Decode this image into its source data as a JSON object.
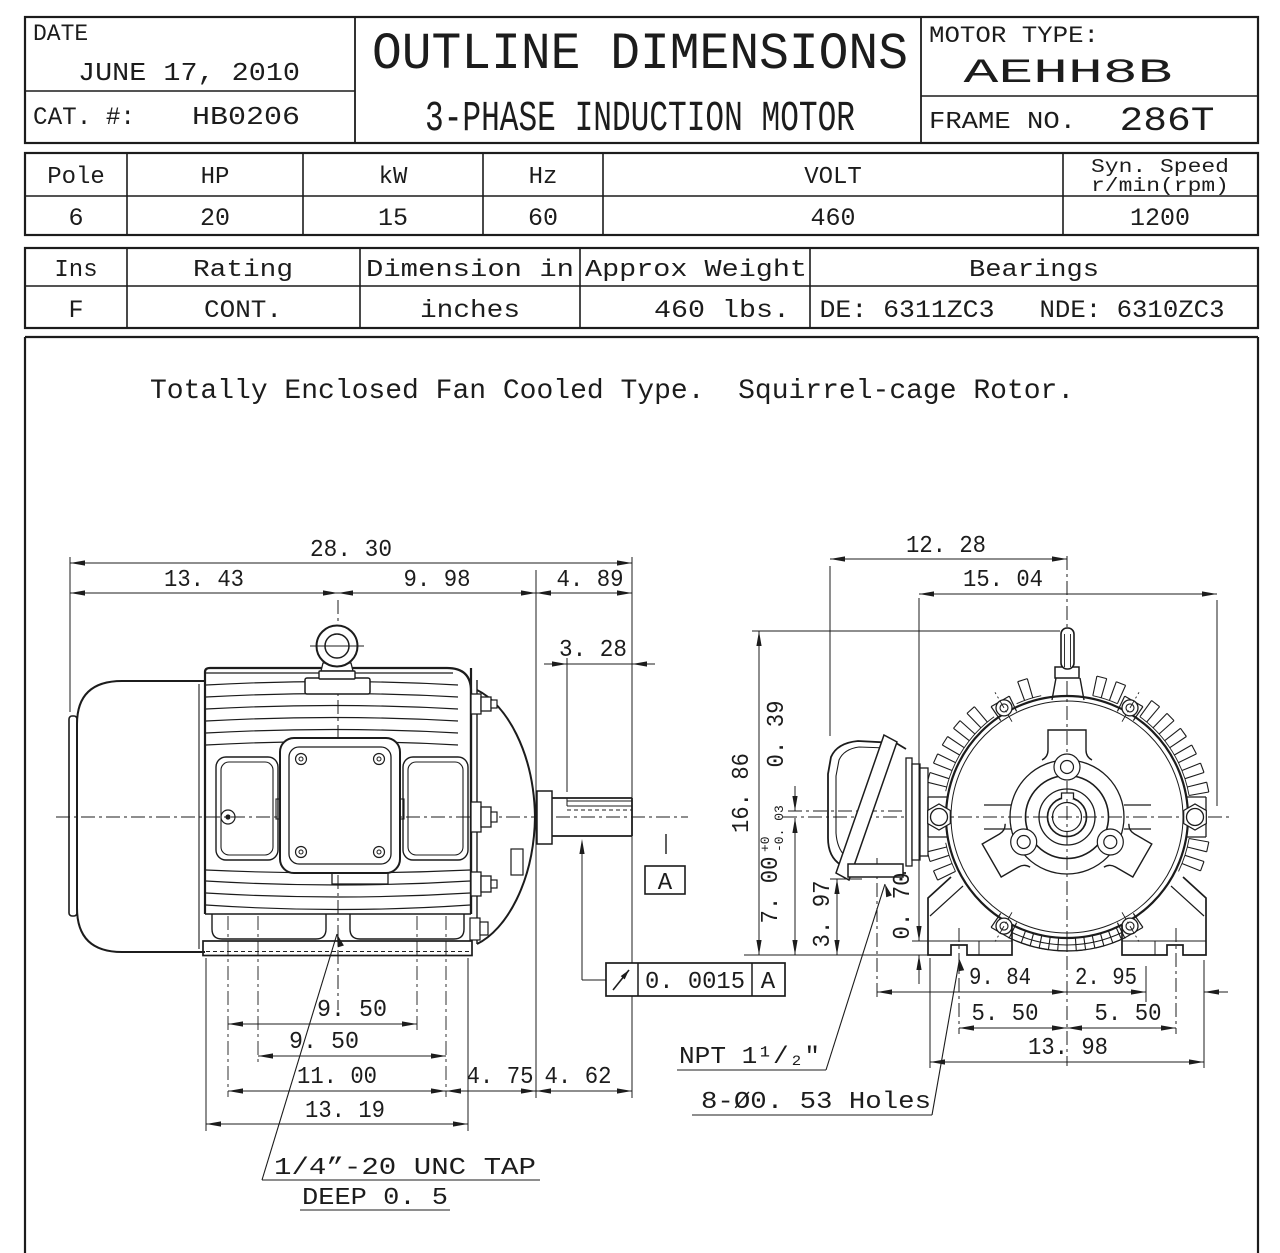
{
  "header": {
    "date_label": "DATE",
    "date_value": "JUNE 17, 2010",
    "cat_label": "CAT. #:",
    "cat_value": "HB0206",
    "title_line1": "OUTLINE DIMENSIONS",
    "title_line2": "3-PHASE INDUCTION MOTOR",
    "motor_type_label": "MOTOR TYPE:",
    "motor_type_value": "AEHH8B",
    "frame_label": "FRAME NO.",
    "frame_value": "286T"
  },
  "ratings_table": {
    "headers": [
      "Pole",
      "HP",
      "kW",
      "Hz",
      "VOLT",
      "Syn. Speed",
      "r/min(rpm)"
    ],
    "values": [
      "6",
      "20",
      "15",
      "60",
      "460",
      "1200"
    ]
  },
  "spec_table": {
    "headers": [
      "Ins",
      "Rating",
      "Dimension in",
      "Approx Weight",
      "Bearings"
    ],
    "values": [
      "F",
      "CONT.",
      "inches",
      "460 lbs."
    ],
    "bearings_de": "DE: 6311ZC3",
    "bearings_nde": "NDE: 6310ZC3"
  },
  "description": "Totally Enclosed Fan Cooled Type.  Squirrel-cage Rotor.",
  "side_view": {
    "dim_total_length": "28. 30",
    "dim_rear_length": "13. 43",
    "dim_body_length": "9. 98",
    "dim_shaft_ext": "4. 89",
    "dim_key_length": "3. 28",
    "dim_bolt_span_1": "9. 50",
    "dim_bolt_span_2": "9. 50",
    "dim_foot_length": "11. 00",
    "dim_shaft_a": "4. 75",
    "dim_shaft_b": "4. 62",
    "dim_foot_overall": "13. 19",
    "tap_note_line1": "1/4”-20 UNC TAP",
    "tap_note_line2": "DEEP 0. 5",
    "runout_value": "0. 0015",
    "runout_datum": "A",
    "datum_label": "A"
  },
  "end_view": {
    "dim_box_width": "12. 28",
    "dim_overall_width": "15. 04",
    "dim_overall_height": "16. 86",
    "dim_centerline_offset": "0. 39",
    "dim_shaft_height": "7. 00",
    "dim_shaft_height_tol_upper": "+0",
    "dim_shaft_height_tol_lower": "-0. 03",
    "dim_box_bottom_height": "3. 97",
    "dim_pad_thickness": "0. 70",
    "dim_npt_offset": "9. 84",
    "dim_slot_width": "2. 95",
    "dim_bolt_half_1": "5. 50",
    "dim_bolt_half_2": "5. 50",
    "dim_foot_width": "13. 98",
    "npt_note": "NPT 1¹/₂″",
    "holes_note": "8-Ø0. 53 Holes"
  }
}
